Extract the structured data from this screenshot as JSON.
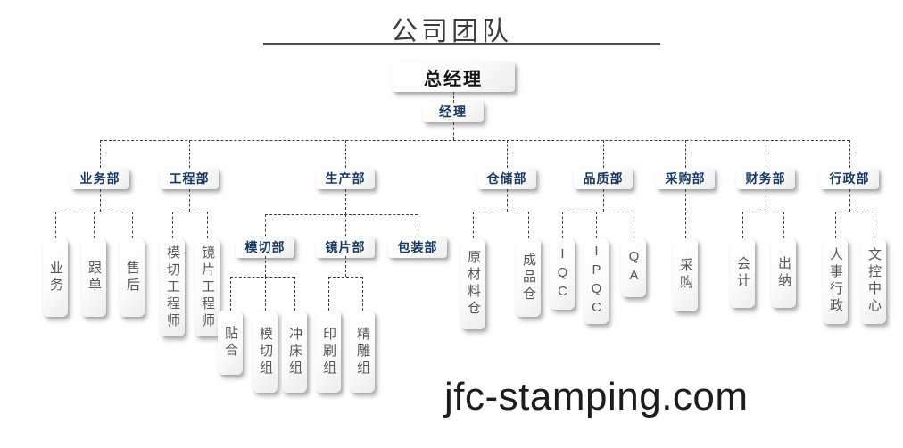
{
  "page": {
    "title": "公司团队",
    "watermark": "jfc-stamping.com"
  },
  "org": {
    "root": "总经理",
    "manager": "经理",
    "departments": [
      "业务部",
      "工程部",
      "生产部",
      "仓储部",
      "品质部",
      "采购部",
      "财务部",
      "行政部"
    ],
    "production_sub_departments": [
      "模切部",
      "镜片部",
      "包装部"
    ],
    "members": {
      "business": [
        "业务",
        "跟单",
        "售后"
      ],
      "engineering": [
        "模切工程师",
        "镜片工程师"
      ],
      "die_cutting": [
        "贴合",
        "模切组",
        "冲床组"
      ],
      "lens": [
        "印刷组",
        "精雕组"
      ],
      "warehouse": [
        "原材料仓",
        "成品仓"
      ],
      "quality": [
        "IQC",
        "IPQC",
        "QA"
      ],
      "purchasing": [
        "采购"
      ],
      "finance": [
        "会计",
        "出纳"
      ],
      "admin": [
        "人事行政",
        "文控中心"
      ]
    }
  },
  "colors": {
    "department_text": "#17375e",
    "member_text": "#565656",
    "line": "#3c3c3c",
    "background": "#ffffff"
  }
}
